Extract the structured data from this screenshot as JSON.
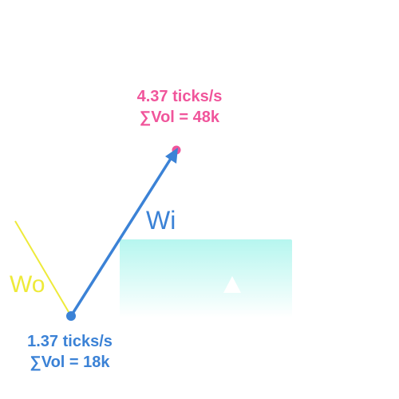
{
  "diagram": {
    "start_point": {
      "rate": "1.37 ticks/s",
      "volume": "∑Vol = 18k",
      "color": "#3b82d6"
    },
    "end_point": {
      "rate": "4.37 ticks/s",
      "volume": "∑Vol = 48k",
      "color": "#f0559b"
    },
    "vector_label": "Wi",
    "vector_color": "#3b82d6",
    "offset_label": "Wo",
    "offset_color": "#eeea3a",
    "region_color": "#b8f7f0",
    "marker_icon": "triangle-up-icon"
  }
}
